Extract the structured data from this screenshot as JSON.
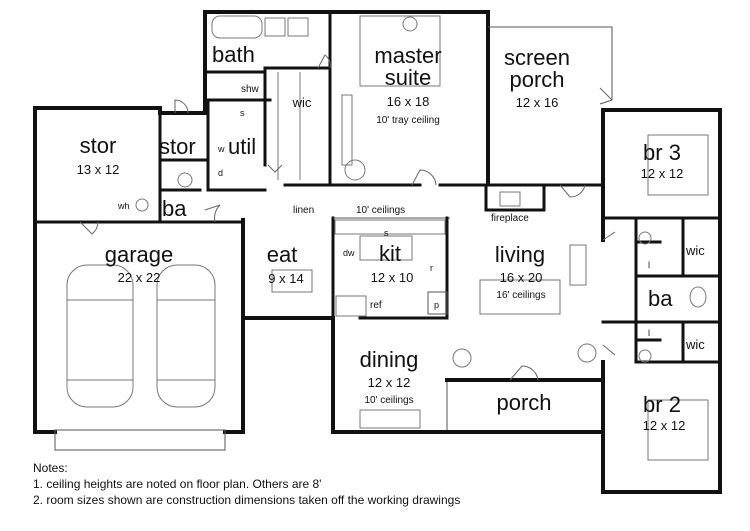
{
  "rooms": {
    "bath": {
      "name": "bath"
    },
    "shw": {
      "name": "shw"
    },
    "master": {
      "name1": "master",
      "name2": "suite",
      "size": "16 x 18",
      "note": "10' tray ceiling"
    },
    "screen_porch": {
      "name1": "screen",
      "name2": "porch",
      "size": "12 x 16"
    },
    "wic_master": {
      "name": "wic"
    },
    "s_small": {
      "name": "s"
    },
    "stor_large": {
      "name": "stor",
      "size": "13 x 12"
    },
    "stor_small": {
      "name": "stor"
    },
    "util": {
      "name": "util"
    },
    "w": {
      "name": "w"
    },
    "d": {
      "name": "d"
    },
    "wh": {
      "name": "wh"
    },
    "ba_left": {
      "name": "ba"
    },
    "linen": {
      "name": "linen"
    },
    "ceilings_note": {
      "name": "10' ceilings"
    },
    "fireplace": {
      "name": "fireplace"
    },
    "garage": {
      "name": "garage",
      "size": "22 x 22"
    },
    "eat": {
      "name": "eat",
      "size": "9 x 14"
    },
    "dw": {
      "name": "dw"
    },
    "kit": {
      "name": "kit",
      "size": "12 x 10"
    },
    "s_kit": {
      "name": "s"
    },
    "r": {
      "name": "r"
    },
    "p": {
      "name": "p"
    },
    "ref": {
      "name": "ref"
    },
    "living": {
      "name": "living",
      "size": "16 x 20",
      "note": "16' ceilings"
    },
    "br3": {
      "name": "br 3",
      "size": "12 x 12"
    },
    "wic_top": {
      "name": "wic"
    },
    "ba_right": {
      "name": "ba"
    },
    "wic_bottom": {
      "name": "wic"
    },
    "l_top": {
      "name": "l"
    },
    "l_bottom": {
      "name": "l"
    },
    "dining": {
      "name": "dining",
      "size": "12 x 12",
      "note": "10' ceilings"
    },
    "porch": {
      "name": "porch"
    },
    "br2": {
      "name": "br 2",
      "size": "12 x 12"
    }
  },
  "notes": {
    "title": "Notes:",
    "line1": "1. ceiling heights are noted on floor plan.  Others are 8'",
    "line2": "2. room sizes shown are construction dimensions taken off the working drawings"
  }
}
